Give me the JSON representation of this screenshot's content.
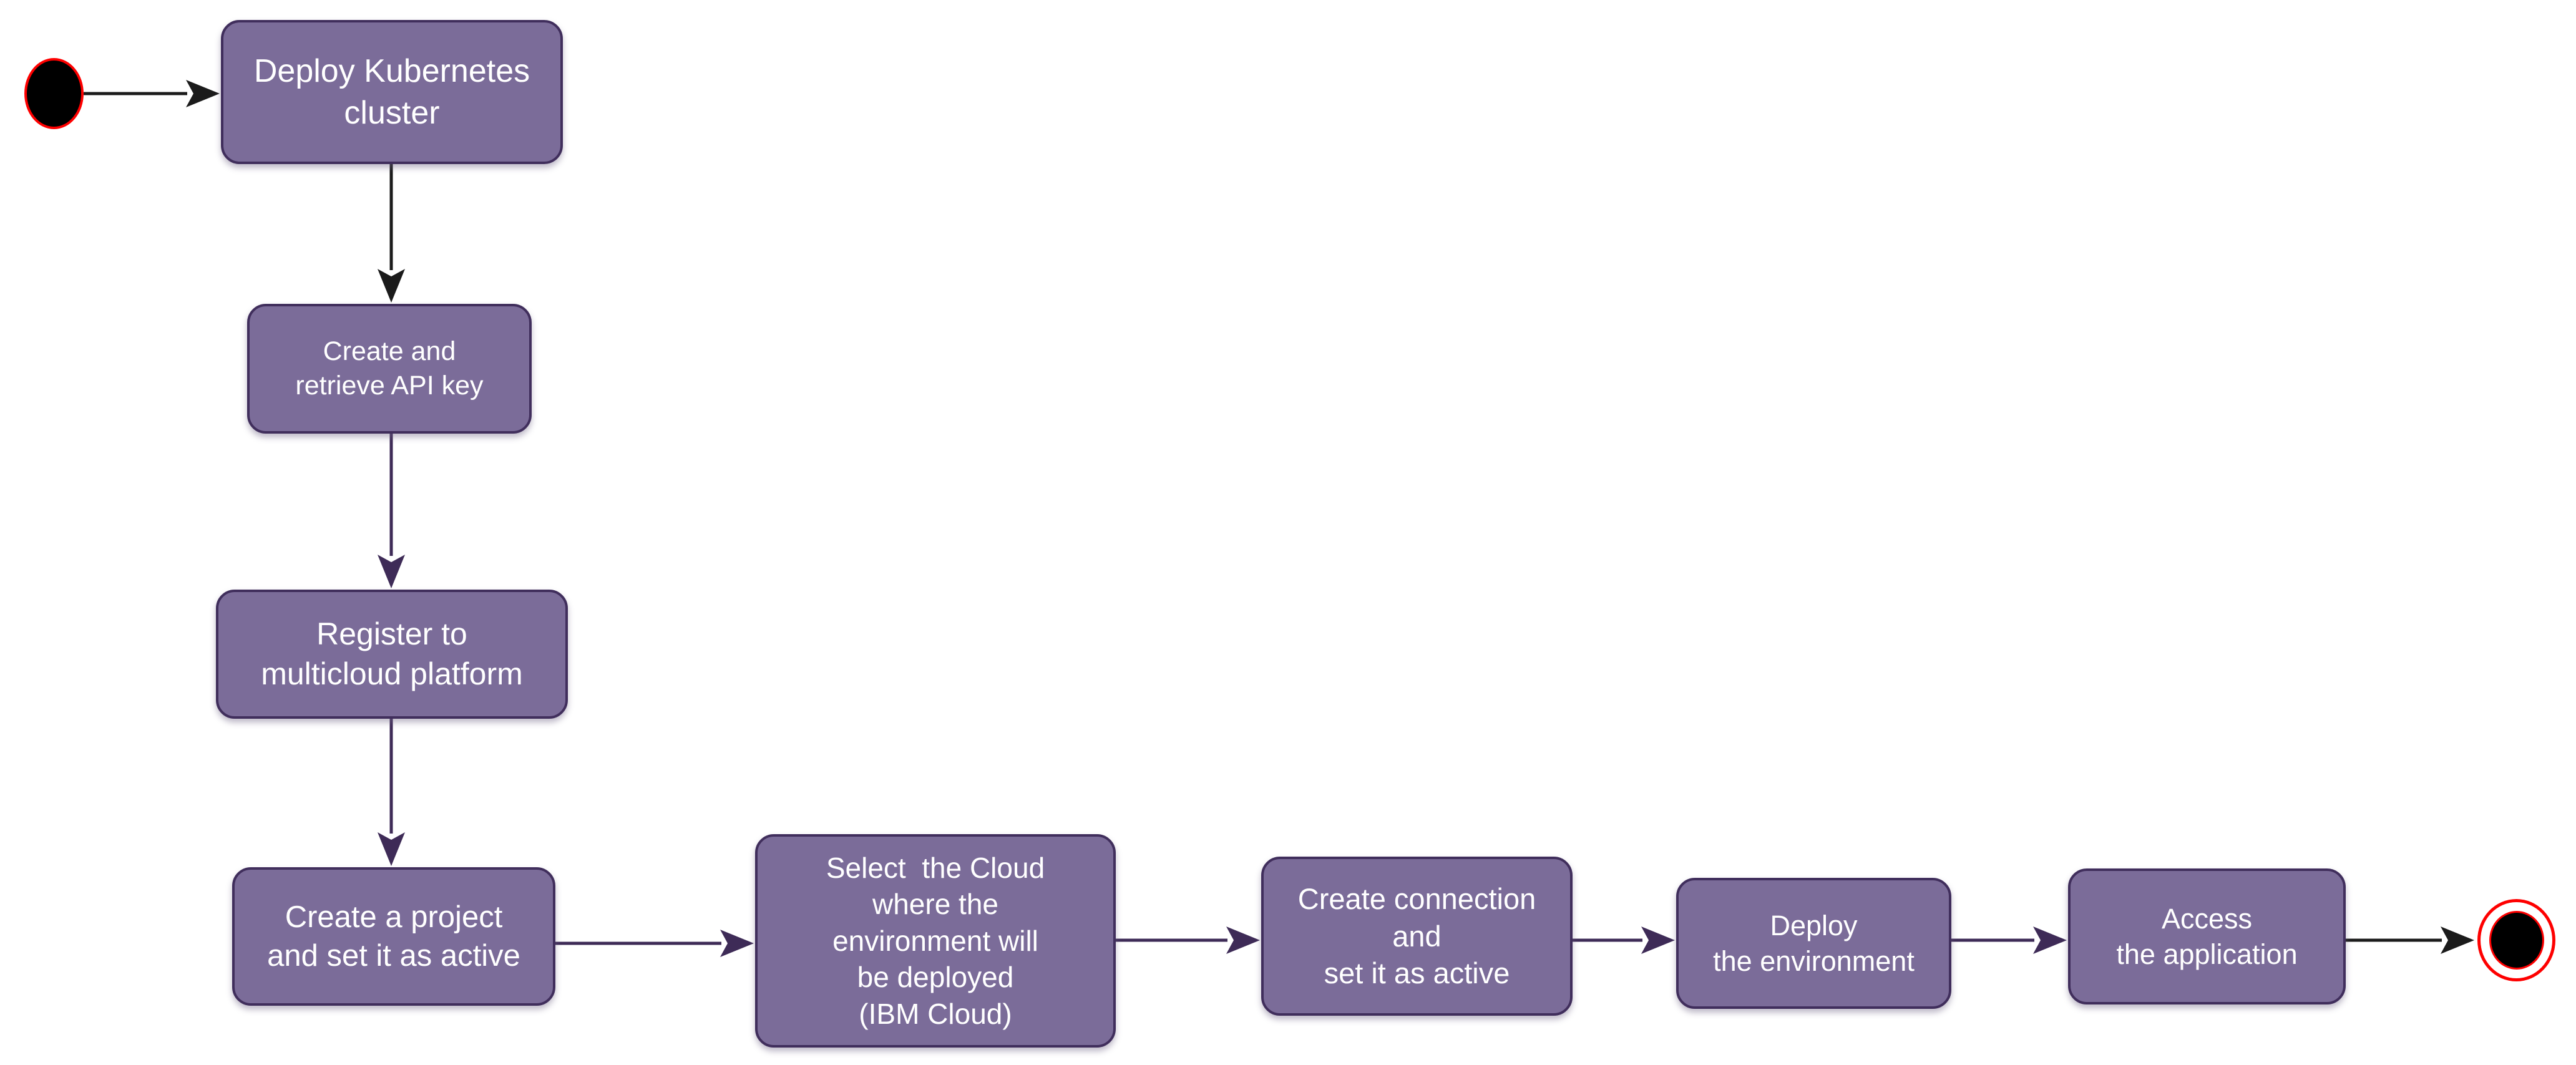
{
  "diagram": {
    "kind": "uml-activity-diagram",
    "background": "#ffffff"
  },
  "colors": {
    "activity_fill": "#7b6c99",
    "activity_border": "#402e5c",
    "activity_text": "#ffffff",
    "arrow_black": "#1b1b1b",
    "arrow_purple": "#3e2b57",
    "start_fill": "#000000",
    "start_outline": "#fe0000",
    "end_ring": "#fe0000",
    "end_fill": "#000000"
  },
  "nodes": {
    "start": {
      "type": "initial-state"
    },
    "end": {
      "type": "final-state"
    },
    "steps": [
      {
        "id": "deploy-kubernetes-cluster",
        "label": "Deploy Kubernetes\ncluster"
      },
      {
        "id": "create-retrieve-api-key",
        "label": "Create and\nretrieve API key"
      },
      {
        "id": "register-multicloud-platform",
        "label": "Register to\nmulticloud platform"
      },
      {
        "id": "create-project-set-active",
        "label": "Create a project\nand set it as active"
      },
      {
        "id": "select-cloud",
        "label": "Select  the Cloud\nwhere the\nenvironment will\nbe deployed\n(IBM Cloud)"
      },
      {
        "id": "create-connection-set-active",
        "label": "Create connection\nand\nset it as active"
      },
      {
        "id": "deploy-environment",
        "label": "Deploy\nthe environment"
      },
      {
        "id": "access-application",
        "label": "Access\nthe application"
      }
    ]
  },
  "edges": [
    {
      "from": "start",
      "to": "deploy-kubernetes-cluster",
      "color_role": "black"
    },
    {
      "from": "deploy-kubernetes-cluster",
      "to": "create-retrieve-api-key",
      "color_role": "black"
    },
    {
      "from": "create-retrieve-api-key",
      "to": "register-multicloud-platform",
      "color_role": "purple"
    },
    {
      "from": "register-multicloud-platform",
      "to": "create-project-set-active",
      "color_role": "purple"
    },
    {
      "from": "create-project-set-active",
      "to": "select-cloud",
      "color_role": "purple"
    },
    {
      "from": "select-cloud",
      "to": "create-connection-set-active",
      "color_role": "purple"
    },
    {
      "from": "create-connection-set-active",
      "to": "deploy-environment",
      "color_role": "purple"
    },
    {
      "from": "deploy-environment",
      "to": "access-application",
      "color_role": "purple"
    },
    {
      "from": "access-application",
      "to": "end",
      "color_role": "black"
    }
  ]
}
